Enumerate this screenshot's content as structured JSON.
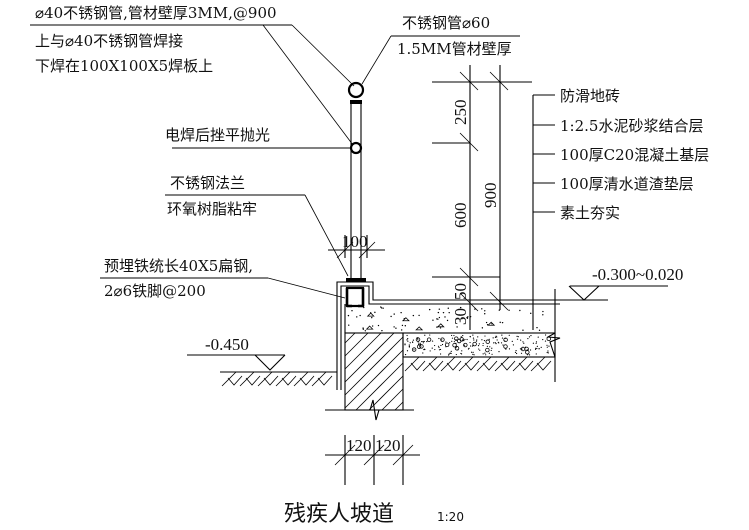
{
  "drawing": {
    "title": "残疾人坡道",
    "scale": "1:20",
    "callouts": {
      "handrail_pipe_line1": "⌀40不锈钢管,管材壁厚3MM,@900",
      "handrail_pipe_line2": "上与⌀40不锈钢管焊接",
      "handrail_pipe_line3": "下焊在100X100X5焊板上",
      "top_rail_line1": "不锈钢管⌀60",
      "top_rail_line2": "1.5MM管材壁厚",
      "weld_note": "电焊后挫平抛光",
      "flange_line1": "不锈钢法兰",
      "flange_line2": "环氧树脂粘牢",
      "embed_line1": "预埋铁统长40X5扁钢,",
      "embed_line2": "2⌀6铁脚@200"
    },
    "layers": [
      "防滑地砖",
      "1:2.5水泥砂浆结合层",
      "100厚C20混凝土基层",
      "100厚清水道渣垫层",
      "素土夯实"
    ],
    "dimensions": {
      "d250": "250",
      "d600": "600",
      "d900": "900",
      "d100": "100",
      "d50": "50",
      "d30": "30",
      "d120a": "120",
      "d120b": "120"
    },
    "elevations": {
      "ramp": "-0.300~0.020",
      "ground": "-0.450"
    }
  }
}
